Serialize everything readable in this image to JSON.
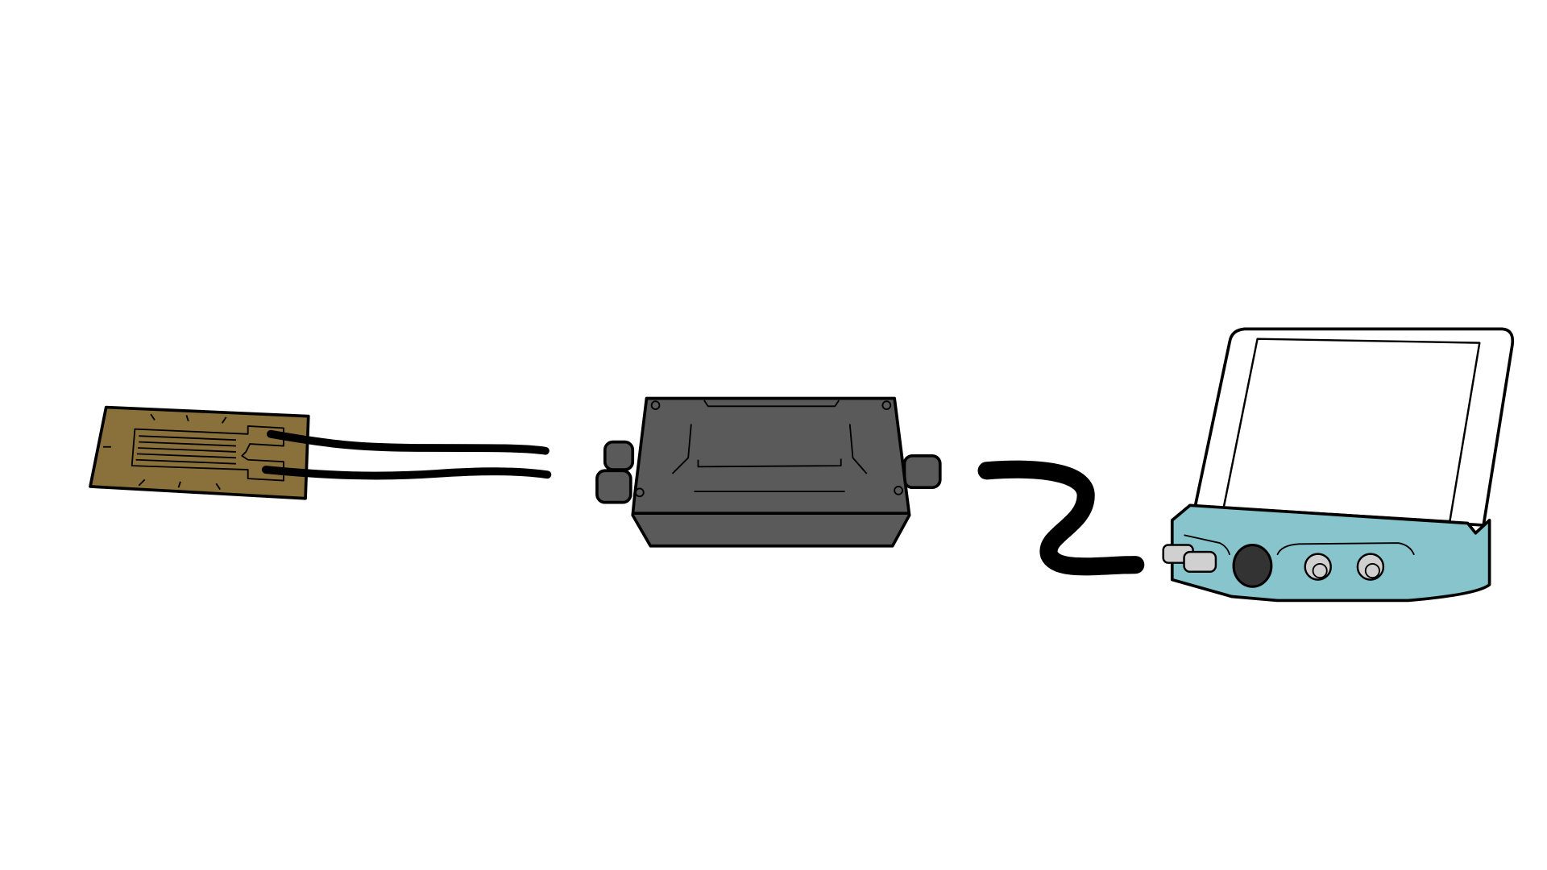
{
  "diagram": {
    "components": [
      {
        "id": "strain-gauge",
        "icon": "strain-gauge-icon"
      },
      {
        "id": "junction-box",
        "icon": "junction-box-icon"
      },
      {
        "id": "data-acquisition-device",
        "icon": "data-logger-icon"
      }
    ],
    "colors": {
      "gauge": "#8a713c",
      "box": "#5a5a5a",
      "device": "#88c4cc",
      "cable": "#000000",
      "connector": "#d0d0d0"
    }
  }
}
